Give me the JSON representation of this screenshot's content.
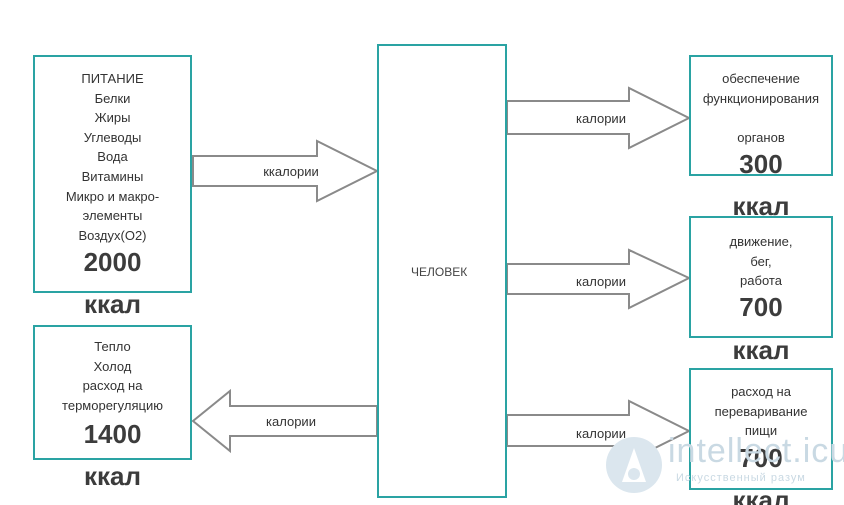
{
  "diagram": {
    "food_box": {
      "lines": [
        "ПИТАНИЕ",
        "Белки",
        "Жиры",
        "Углеводы",
        "Вода",
        "Витамины",
        "Микро и макро-",
        "элементы",
        "Воздух(О2)"
      ],
      "value": "2000",
      "unit": "ккал"
    },
    "thermo_box": {
      "lines": [
        "Тепло",
        "Холод",
        "расход на",
        "терморегуляцию"
      ],
      "value": "1400",
      "unit": "ккал"
    },
    "center_box": {
      "label": "ЧЕЛОВЕК"
    },
    "organs_box": {
      "lines": [
        "обеспечение",
        "функционирования",
        "",
        "органов"
      ],
      "value": "300",
      "unit": "ккал"
    },
    "movement_box": {
      "lines": [
        "движение,",
        "бег,",
        "работа"
      ],
      "value": "700",
      "unit": "ккал"
    },
    "digestion_box": {
      "lines": [
        "расход на",
        "переваривание",
        "пищи"
      ],
      "value": "700",
      "unit": "ккал"
    },
    "arrows": {
      "food_to_center": "ккалории",
      "center_to_thermo": "калории",
      "center_to_organs": "калории",
      "center_to_movement": "калории",
      "center_to_digestion": "калории"
    },
    "colors": {
      "box_border": "#2aa3a3",
      "arrow_stroke": "#8a8a8a"
    }
  },
  "watermark": {
    "logo_icon": "intellect-icu-logo-icon",
    "text": "intellect.icu",
    "subtext": "Искусственный разум"
  }
}
